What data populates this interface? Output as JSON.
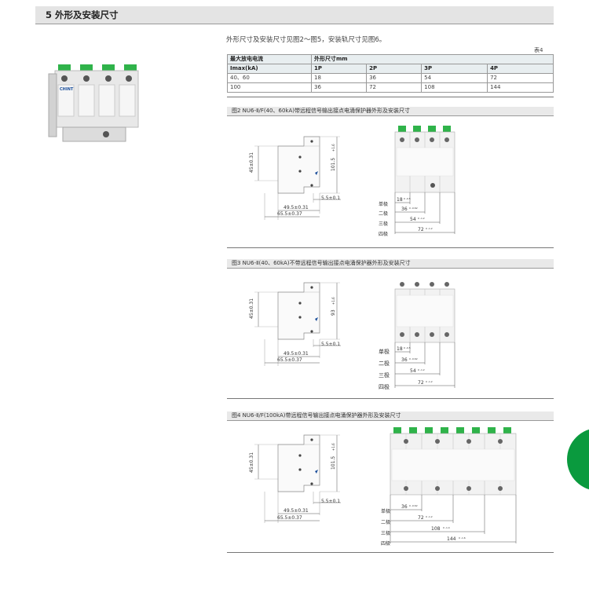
{
  "section": {
    "title": "5 外形及安装尺寸"
  },
  "intro": {
    "text": "外形尺寸及安装尺寸见图2～图5，安装轨尺寸见图6。",
    "table_no": "表4"
  },
  "spec_table": {
    "col1_header": "最大放电电流",
    "col1_header2": "Imax(kA)",
    "group_header": "外形尺寸mm",
    "poles": [
      "1P",
      "2P",
      "3P",
      "4P"
    ],
    "rows": [
      {
        "imax": "40、60",
        "values": [
          "18",
          "36",
          "54",
          "72"
        ]
      },
      {
        "imax": "100",
        "values": [
          "36",
          "72",
          "108",
          "144"
        ]
      }
    ]
  },
  "figures": [
    {
      "caption": "图2  NU6-Ⅱ/F(40、60kA)带远程信号输出接点电涌保护器外形及安装尺寸",
      "side": {
        "height": "45±0.31",
        "total": "101.5",
        "total_tol": "+1.6",
        "clip": "5.5±0.1",
        "base": "49.5±0.31",
        "depth": "65.5±0.37"
      },
      "poles": [
        "单极",
        "二极",
        "三极",
        "四极"
      ],
      "widths": [
        {
          "nom": "18",
          "tol": "0 -0.5"
        },
        {
          "nom": "36",
          "tol": "0 -0.62"
        },
        {
          "nom": "54",
          "tol": "0 -1.2"
        },
        {
          "nom": "72",
          "tol": "0 -1.2"
        }
      ]
    },
    {
      "caption": "图3  NU6-Ⅱ(40、60kA)不带远程信号输出接点电涌保护器外形及安装尺寸",
      "side": {
        "height": "45±0.31",
        "total": "93",
        "total_tol": "+1.6",
        "clip": "5.5±0.1",
        "base": "49.5±0.31",
        "depth": "65.5±0.37"
      },
      "poles": [
        "单极",
        "二极",
        "三极",
        "四极"
      ],
      "widths": [
        {
          "nom": "18",
          "tol": "0 -0.5"
        },
        {
          "nom": "36",
          "tol": "0 -0.62"
        },
        {
          "nom": "54",
          "tol": "0 -1.2"
        },
        {
          "nom": "72",
          "tol": "0 -1.2"
        }
      ]
    },
    {
      "caption": "图4  NU6-Ⅱ/F(100kA)带远程信号输出接点电涌保护器外形及安装尺寸",
      "side": {
        "height": "45±0.31",
        "total": "101.5",
        "total_tol": "+1.6",
        "clip": "5.5±0.1",
        "base": "49.5±0.31",
        "depth": "65.5±0.37"
      },
      "poles": [
        "单极",
        "二极",
        "三极",
        "四极"
      ],
      "widths": [
        {
          "nom": "36",
          "tol": "0 -0.62"
        },
        {
          "nom": "72",
          "tol": "0 -1.2"
        },
        {
          "nom": "108",
          "tol": "0 -1.4"
        },
        {
          "nom": "144",
          "tol": "0 -1.6"
        }
      ]
    }
  ],
  "product_brand": "CHINT",
  "colors": {
    "accent_green": "#0a9a3e",
    "header_bg": "#e4e4e4",
    "terminal_green": "#2fb34a"
  }
}
